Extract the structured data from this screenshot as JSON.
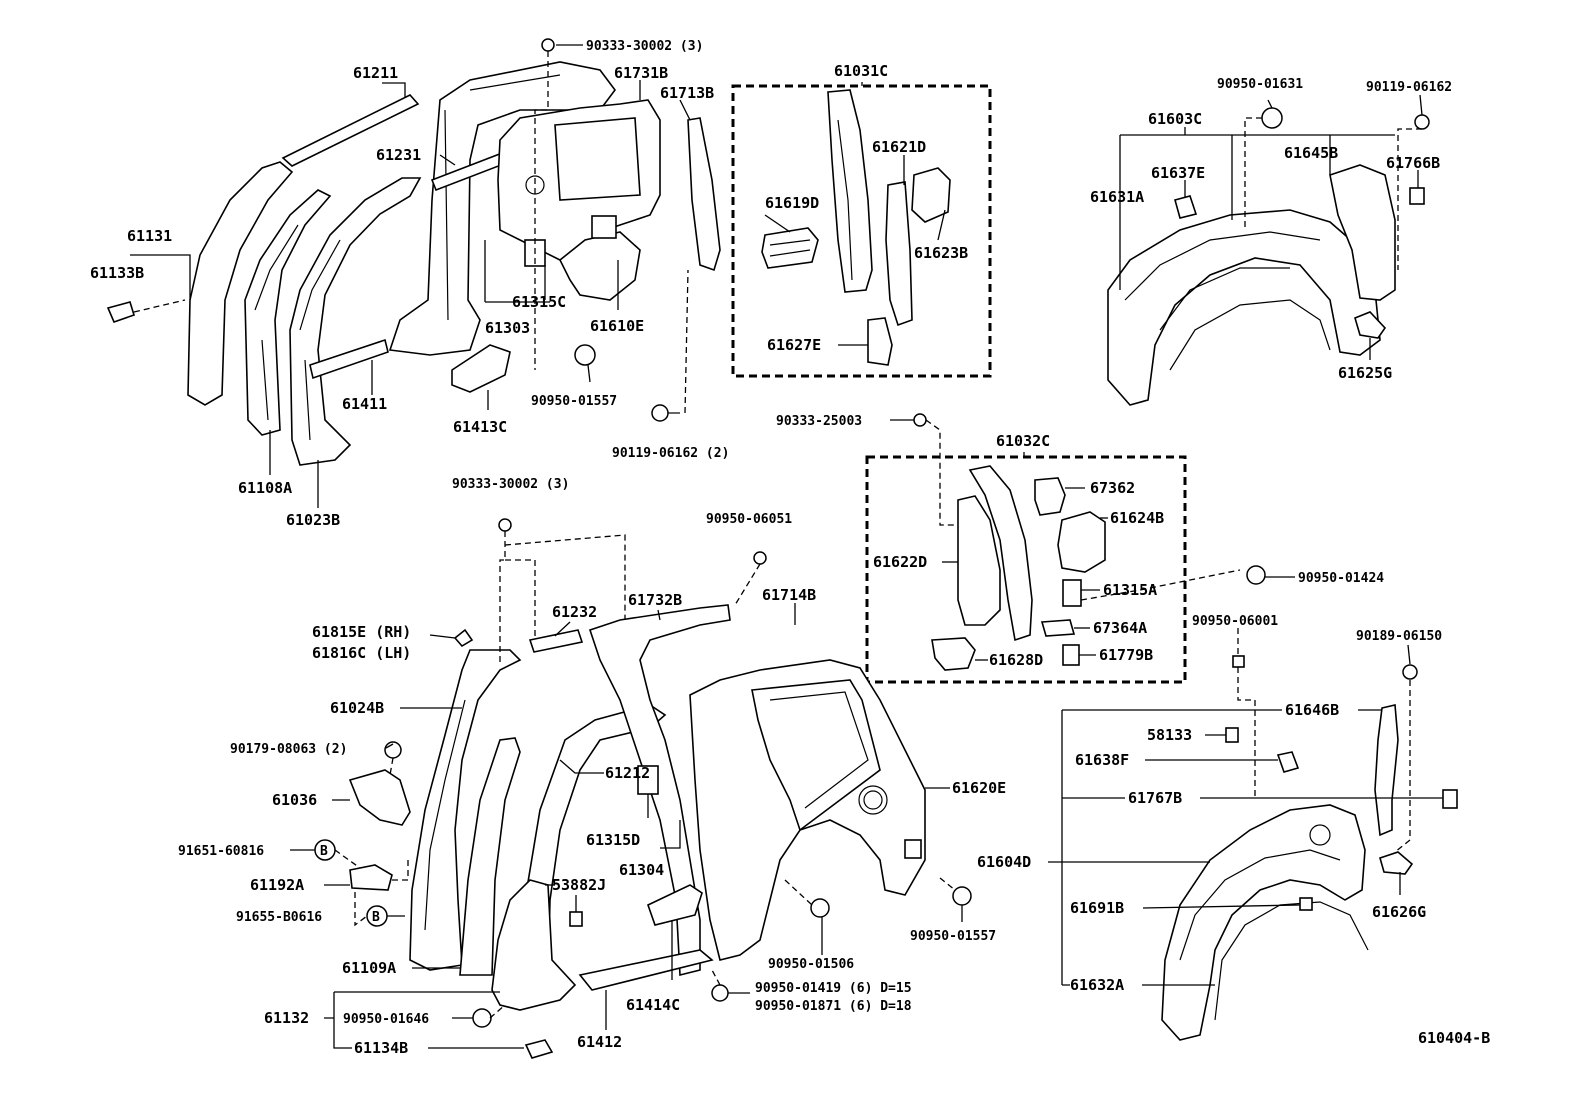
{
  "diagram": {
    "code": "610404-B",
    "groups": {
      "upper_inset": "61031C",
      "middle_inset": "61032C"
    },
    "labels": {
      "l_90333_30002_top": "90333-30002 (3)",
      "l_61211": "61211",
      "l_61731B": "61731B",
      "l_61713B": "61713B",
      "l_61231": "61231",
      "l_61131": "61131",
      "l_61133B": "61133B",
      "l_61315C": "61315C",
      "l_61303": "61303",
      "l_61610E": "61610E",
      "l_61411": "61411",
      "l_90950_01557_top": "90950-01557",
      "l_61413C": "61413C",
      "l_90119_06162_2": "90119-06162 (2)",
      "l_61108A": "61108A",
      "l_61023B": "61023B",
      "l_61621D": "61621D",
      "l_61619D": "61619D",
      "l_61623B": "61623B",
      "l_61627E": "61627E",
      "l_90950_01631": "90950-01631",
      "l_90119_06162": "90119-06162",
      "l_61603C": "61603C",
      "l_61637E": "61637E",
      "l_61645B": "61645B",
      "l_61766B": "61766B",
      "l_61631A": "61631A",
      "l_61625G": "61625G",
      "l_90333_25003": "90333-25003",
      "l_67362": "67362",
      "l_61624B": "61624B",
      "l_61622D": "61622D",
      "l_61315A": "61315A",
      "l_90950_01424": "90950-01424",
      "l_67364A": "67364A",
      "l_61628D": "61628D",
      "l_61779B": "61779B",
      "l_90333_30002_mid": "90333-30002 (3)",
      "l_90950_06051": "90950-06051",
      "l_61732B": "61732B",
      "l_61714B": "61714B",
      "l_61232": "61232",
      "l_61815E": "61815E (RH)",
      "l_61816C": "61816C (LH)",
      "l_61024B": "61024B",
      "l_90179_08063": "90179-08063 (2)",
      "l_61212": "61212",
      "l_61036": "61036",
      "l_61620E": "61620E",
      "l_61315D": "61315D",
      "l_91651_60816": "91651-60816",
      "l_61304": "61304",
      "l_61192A": "61192A",
      "l_53882J": "53882J",
      "l_91655_B0616": "91655-B0616",
      "l_90950_01557_bot": "90950-01557",
      "l_90950_01506": "90950-01506",
      "l_61109A": "61109A",
      "l_90950_01419": "90950-01419 (6)  D=15",
      "l_90950_01871": "90950-01871 (6)  D=18",
      "l_61414C": "61414C",
      "l_61132": "61132",
      "l_90950_01646": "90950-01646",
      "l_61412": "61412",
      "l_61134B": "61134B",
      "l_90950_06001": "90950-06001",
      "l_90189_06150": "90189-06150",
      "l_61646B": "61646B",
      "l_58133": "58133",
      "l_61638F": "61638F",
      "l_61767B": "61767B",
      "l_61604D": "61604D",
      "l_61691B": "61691B",
      "l_61626G": "61626G",
      "l_61632A": "61632A",
      "b_mark": "B"
    }
  }
}
